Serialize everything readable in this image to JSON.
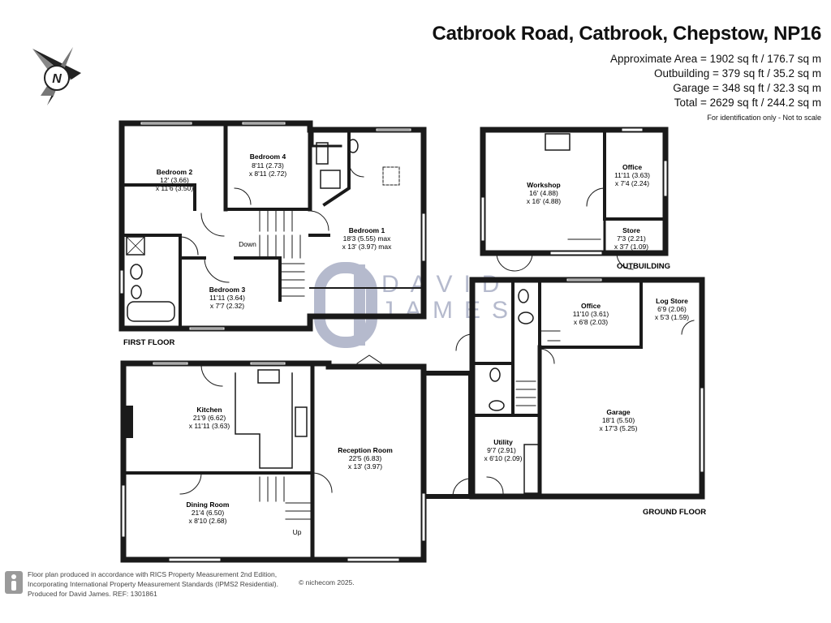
{
  "header": {
    "title": "Catbrook Road, Catbrook, Chepstow, NP16",
    "areas": [
      "Approximate Area = 1902 sq ft / 176.7 sq m",
      "Outbuilding = 379 sq ft / 35.2 sq m",
      "Garage = 348 sq ft / 32.3 sq m",
      "Total = 2629 sq ft / 244.2 sq m"
    ],
    "note": "For identification only - Not to scale"
  },
  "compass": {
    "label": "N"
  },
  "watermark": {
    "line1": "DAVID",
    "line2": "JAMES"
  },
  "floors": {
    "first": "FIRST FLOOR",
    "ground": "GROUND FLOOR",
    "outbuilding": "OUTBUILDING"
  },
  "rooms": {
    "bedroom2": {
      "name": "Bedroom 2",
      "dim1": "12' (3.66)",
      "dim2": "x 11'6 (3.50)"
    },
    "bedroom4": {
      "name": "Bedroom 4",
      "dim1": "8'11 (2.73)",
      "dim2": "x 8'11 (2.72)"
    },
    "bedroom1": {
      "name": "Bedroom 1",
      "dim1": "18'3 (5.55) max",
      "dim2": "x 13' (3.97) max"
    },
    "bedroom3": {
      "name": "Bedroom 3",
      "dim1": "11'11 (3.64)",
      "dim2": "x 7'7 (2.32)"
    },
    "workshop": {
      "name": "Workshop",
      "dim1": "16' (4.88)",
      "dim2": "x 16' (4.88)"
    },
    "office_out": {
      "name": "Office",
      "dim1": "11'11 (3.63)",
      "dim2": "x 7'4 (2.24)"
    },
    "store": {
      "name": "Store",
      "dim1": "7'3 (2.21)",
      "dim2": "x 3'7 (1.09)"
    },
    "office_ground": {
      "name": "Office",
      "dim1": "11'10 (3.61)",
      "dim2": "x 6'8 (2.03)"
    },
    "logstore": {
      "name": "Log Store",
      "dim1": "6'9 (2.06)",
      "dim2": "x 5'3 (1.59)"
    },
    "kitchen": {
      "name": "Kitchen",
      "dim1": "21'9 (6.62)",
      "dim2": "x 11'11 (3.63)"
    },
    "reception": {
      "name": "Reception Room",
      "dim1": "22'5 (6.83)",
      "dim2": "x 13' (3.97)"
    },
    "dining": {
      "name": "Dining Room",
      "dim1": "21'4 (6.50)",
      "dim2": "x 8'10 (2.68)"
    },
    "utility": {
      "name": "Utility",
      "dim1": "9'7 (2.91)",
      "dim2": "x 6'10 (2.09)"
    },
    "garage": {
      "name": "Garage",
      "dim1": "18'1 (5.50)",
      "dim2": "x 17'3 (5.25)"
    }
  },
  "stairs": {
    "down": "Down",
    "up": "Up"
  },
  "footer": {
    "lines": [
      "Floor plan produced in accordance with RICS Property Measurement 2nd Edition,",
      "Incorporating International Property Measurement Standards (IPMS2 Residential).",
      "Produced for David James.   REF: 1301861"
    ],
    "copyright": "© nichecom 2025."
  },
  "colors": {
    "wall": "#1a1a1a",
    "watermark": "#a9aec5"
  }
}
